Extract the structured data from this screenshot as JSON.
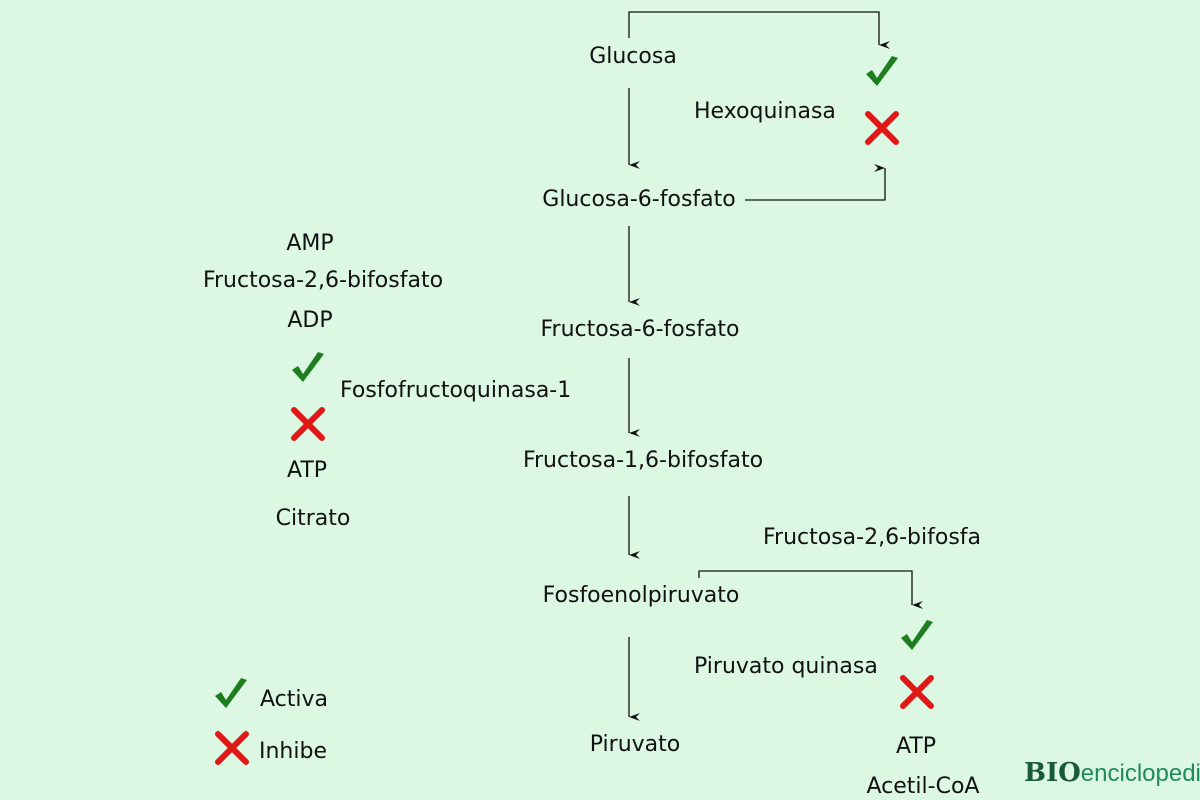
{
  "pathway": {
    "glucosa": "Glucosa",
    "g6p": "Glucosa-6-fosfato",
    "f6p": "Fructosa-6-fosfato",
    "f16bp": "Fructosa-1,6-bifosfato",
    "pep": "Fosfoenolpiruvato",
    "piruvato": "Piruvato"
  },
  "enzymes": {
    "hexoquinasa": "Hexoquinasa",
    "pfk1": "Fosfofructoquinasa-1",
    "piruvato_quinasa": "Piruvato quinasa"
  },
  "pfk_activators": [
    "AMP",
    "Fructosa-2,6-bifosfato",
    "ADP"
  ],
  "pfk_inhibitors": [
    "ATP",
    "Citrato"
  ],
  "pk_activator": "Fructosa-2,6-bifosfa",
  "pk_inhibitors": [
    "ATP",
    "Acetil-CoA"
  ],
  "legend": {
    "activa": "Activa",
    "inhibe": "Inhibe"
  },
  "logo": {
    "text": "BIOenciclopedia",
    "part1": "BIO",
    "part2": "enciclopedia"
  },
  "colors": {
    "background": "#dcf8e3",
    "check": "#1e7d1e",
    "cross": "#e01818"
  }
}
